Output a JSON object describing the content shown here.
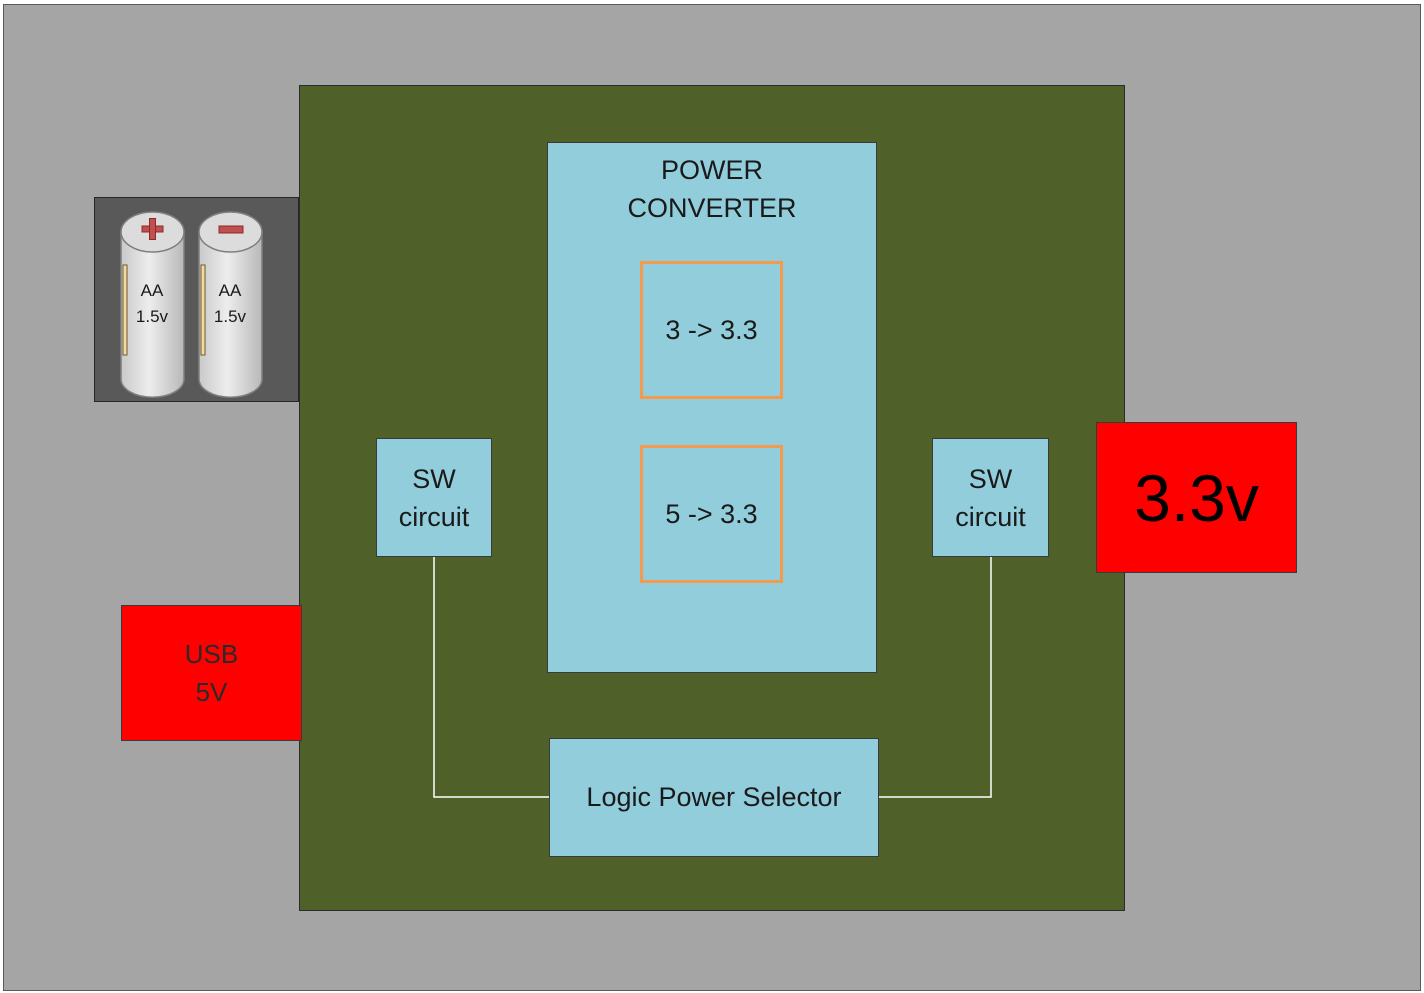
{
  "colors": {
    "background": "#a5a5a5",
    "board": "#4f6128",
    "module": "#92cddc",
    "converter_border": "#f39a4f",
    "connector": "#ff0000",
    "battery_holder": "#595959"
  },
  "power_converter": {
    "title": "POWER\nCONVERTER",
    "stages": [
      "3 -> 3.3",
      "5 -> 3.3"
    ]
  },
  "sw_left": {
    "label": "SW\ncircuit"
  },
  "sw_right": {
    "label": "SW\ncircuit"
  },
  "selector": {
    "label": "Logic Power Selector"
  },
  "output": {
    "label": "3.3v"
  },
  "usb": {
    "label": "USB\n5V"
  },
  "batteries": [
    {
      "label": "AA\n1.5v",
      "terminal": "plus-icon"
    },
    {
      "label": "AA\n1.5v",
      "terminal": "minus-icon"
    }
  ]
}
